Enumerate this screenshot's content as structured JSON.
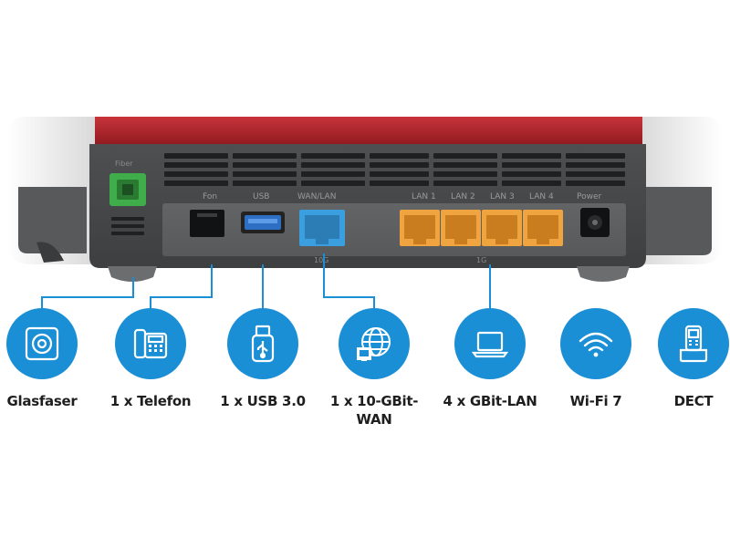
{
  "colors": {
    "accent_blue": "#1a8fd6",
    "router_red": "#b8232a",
    "router_body": "#4e5052",
    "router_panel": "#5c5e60",
    "lan_orange": "#f0a440",
    "wan_blue": "#3b9ede",
    "fiber_green": "#3fae4a"
  },
  "router": {
    "port_labels": {
      "fiber": "Fiber",
      "fon": "Fon",
      "usb": "USB",
      "wan": "WAN/LAN",
      "lan1": "LAN 1",
      "lan2": "LAN 2",
      "lan3": "LAN 3",
      "lan4": "LAN 4",
      "power": "Power",
      "speed_wan": "10G",
      "speed_lan": "1G"
    }
  },
  "features": [
    {
      "icon": "fiber-socket-icon",
      "label": "Glasfaser"
    },
    {
      "icon": "telephone-icon",
      "label": "1 x Telefon"
    },
    {
      "icon": "usb-stick-icon",
      "label": "1 x USB 3.0"
    },
    {
      "icon": "globe-network-icon",
      "label": "1 x 10-GBit-WAN",
      "line1": "1 x 10-GBit-",
      "line2": "WAN"
    },
    {
      "icon": "laptop-icon",
      "label": "4 x GBit-LAN"
    },
    {
      "icon": "wifi-icon",
      "label": "Wi-Fi 7"
    },
    {
      "icon": "dect-phone-icon",
      "label": "DECT"
    }
  ]
}
